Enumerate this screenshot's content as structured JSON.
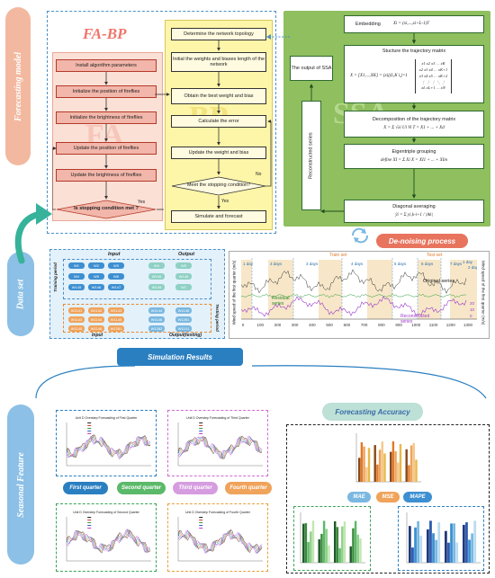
{
  "side_labels": {
    "forecasting_model": "Forecasting model",
    "data_set": "Data set",
    "seasonal_feature": "Seasonal Feature"
  },
  "fabp": {
    "title": "FA-BP",
    "fa_watermark": "FA",
    "bp_watermark": "BP",
    "fa_steps": [
      "Install algorithm parameters",
      "Initialize the position of fireflies",
      "Initialize the brightness of fireflies",
      "Update the position of fireflies",
      "Update the brightness of fireflies",
      "Is stopping condition met ?"
    ],
    "fa_yes": "Yes",
    "bp_steps": [
      "Determine the network topology",
      "Initial the weights and biases length of the network",
      "Obtain the best weight and bias",
      "Calculate the error",
      "Update the weight and bias",
      "Meet the stopping condition?",
      "Simulate and forecast"
    ],
    "bp_no": "No",
    "bp_yes": "Yes"
  },
  "ssa": {
    "watermark": "SSA",
    "embedding": "Embedding",
    "embedding_formula": "Xi = (xi,...,xi+L-1)T",
    "trajectory_title": "Stucture the trajectory matrix",
    "trajectory_formula": "X = [X1,...,XK] = (xij)L,K i,j=1",
    "decomposition_title": "Decomposition of the trajectory matrix",
    "decomposition_formula": "X = Σ √λi Ui Vi T = X1 + ... + Xd",
    "eigentriple_title": "Eigentriple grouping",
    "eigentriple_formula": "define  XI = Σ Xi  X = XI1 + ... + XIm",
    "diagonal_title": "Diagonal averaging",
    "diagonal_formula": "ŷi = Σ yi,k-i+1 / |Ak|",
    "output": "The output of SSA",
    "reconstructed_series": "Reconstructed series",
    "denoising": "De-noising process"
  },
  "dataset": {
    "input_top": "Input",
    "output_top": "Output",
    "training_period": "Training period",
    "testing_period": "Testing period",
    "input_bottom": "Input",
    "output_bottom": "Output(testing)",
    "top_nodes": [
      "W1",
      "W2",
      "W3",
      "W4",
      "W5",
      "W6",
      "W145",
      "W146",
      "W147",
      "W148"
    ],
    "bottom_nodes": [
      "W1141",
      "W1142",
      "W1143",
      "W1144",
      "W1145",
      "W1146",
      "W1281",
      "W1282"
    ]
  },
  "timeseries": {
    "ylabel_left": "Wind speed of the first quarter (m/s)",
    "ylabel_right": "Wind speed of the first quarter (m/s)",
    "train_set": "Train set",
    "test_set": "Test set",
    "day_labels": [
      "1 day",
      "3 days",
      "3 days",
      "4 days",
      "5 days",
      "6 days",
      "7 days",
      "1 day",
      "2 day"
    ],
    "original_series": "Original series",
    "residual_series": "Residual series",
    "reconstructed_series": "Reconstructed series",
    "x_ticks": [
      "0",
      "100",
      "200",
      "300",
      "400",
      "500",
      "600",
      "700",
      "800",
      "900",
      "1000",
      "1100",
      "1200",
      "1300"
    ],
    "right_ticks": [
      "20",
      "10",
      "0"
    ]
  },
  "simulation_results": "Simulation Results",
  "forecasting_accuracy": "Forecasting Accuracy",
  "seasons": {
    "first": "First quarter",
    "second": "Second quarter",
    "third": "Third quarter",
    "fourth": "Fourth quarter",
    "chart_titles": [
      "Unit D Overstep Forecasting of First Quarter",
      "Unit D Overstep Forecasting of Third Quarter",
      "Unit D Overstep Forecasting of Second Quarter",
      "Unit D Overstep Forecasting of Fourth Quarter"
    ]
  },
  "accuracy": {
    "mae": "MAE",
    "mse": "MSE",
    "mape": "MAPE"
  },
  "colors": {
    "red_accent": "#e8745e",
    "orange": "#f0a35b",
    "green_panel": "#8fbf5f",
    "blue": "#3d8fd1",
    "teal": "#5bb9a8",
    "purple": "#c18ad6"
  }
}
